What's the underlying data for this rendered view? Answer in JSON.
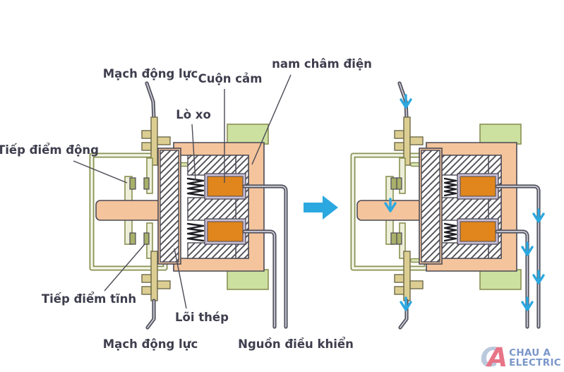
{
  "labels": {
    "power_circuit_top": "Mạch động lực",
    "coil": "Cuộn cảm",
    "electromagnet": "nam châm điện",
    "spring": "Lò xo",
    "moving_contact": "Tiếp điểm động",
    "static_contact": "Tiếp điểm tĩnh",
    "iron_core": "Lõi thép",
    "power_circuit_bottom": "Mạch động lực",
    "control_source": "Nguồn điều khiển"
  },
  "logo": {
    "mark_c": "C",
    "mark_a": "A",
    "line1": "CHAU A",
    "line2": "ELECTRIC"
  },
  "icons": {
    "transition_arrow": "right-block-arrow",
    "current_flow": "down-chevron-arrow"
  },
  "colors": {
    "bg": "#FFFFFF",
    "peach": "#F4C49C",
    "orange": "#E0861C",
    "lavender": "#C9BDD4",
    "green": "#CCE0A0",
    "olive": "#8A9152",
    "green-strip": "#D8E5B4",
    "bracket-core": "#F3F6E8",
    "tan": "#DCCE92",
    "tan-stroke": "#6E6A4A",
    "contact-light": "#EDEFD9",
    "contact": "#A9B06A",
    "outline": "#4A4A55",
    "wire": "#52525E",
    "wire-core": "#CFCFDA",
    "spring": "#1E1E24",
    "hatch-line": "#40404A",
    "blue": "#2BA8E0",
    "leader": "#4A4A55",
    "text": "#3E3E4E",
    "logo-blue": "#6F8EC5",
    "logo-light": "#B6C5DB",
    "logo-red": "#E56A7D"
  }
}
